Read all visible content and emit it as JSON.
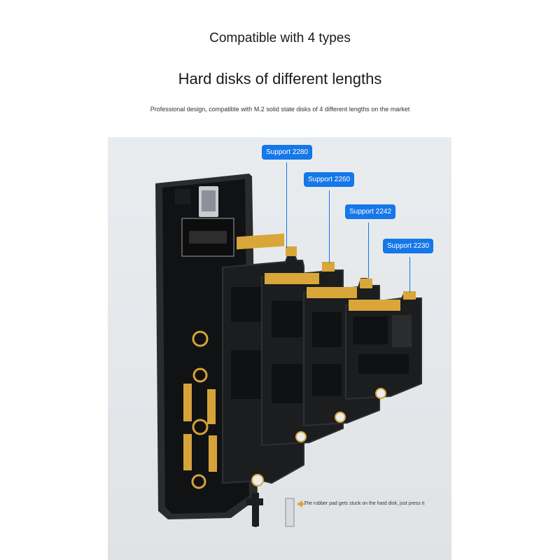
{
  "header": {
    "title_line1": "Compatible with 4 types",
    "title_line2": "Hard disks of different lengths",
    "subtitle": "Professional design, compatible with M.2 solid state disks of 4 different lengths on the market"
  },
  "badges": [
    {
      "label": "Support 2280"
    },
    {
      "label": "Support 2260"
    },
    {
      "label": "Support 2242"
    },
    {
      "label": "Support 2230"
    }
  ],
  "note": "The rubber pad gets stuck on the hard disk, just press it",
  "colors": {
    "badge": "#1677e8",
    "gold": "#d9a63a",
    "board": "#1c1d1e",
    "arrow": "#e8a12c"
  }
}
